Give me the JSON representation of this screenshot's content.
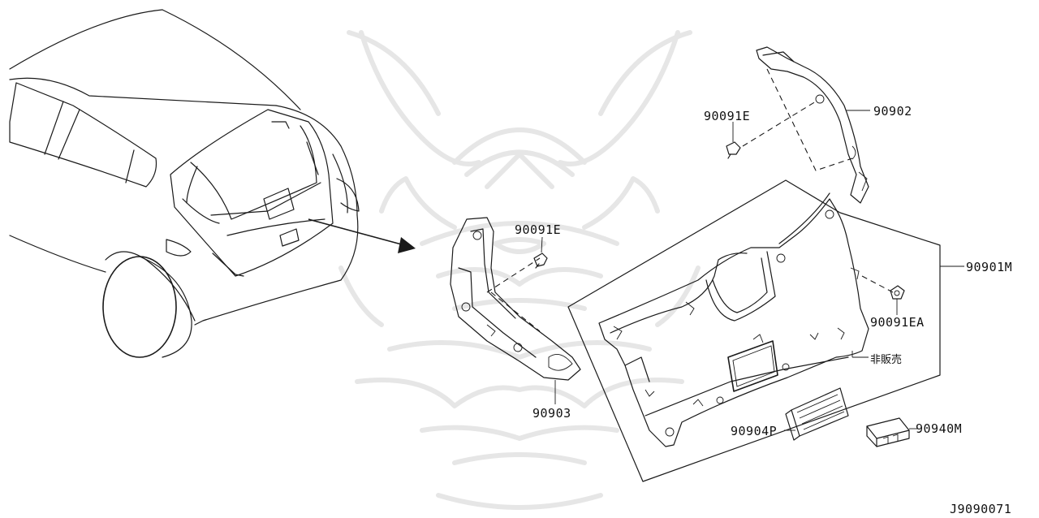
{
  "diagram": {
    "callouts": {
      "clip_left": "90091E",
      "clip_top": "90091E",
      "upper_trim": "90902",
      "side_trim": "90903",
      "main_trim": "90901M",
      "clip_right": "90091EA",
      "not_sold": "非販売",
      "license_finisher": "90904P",
      "switch": "90940M"
    },
    "drawing_id": "J9090071"
  }
}
